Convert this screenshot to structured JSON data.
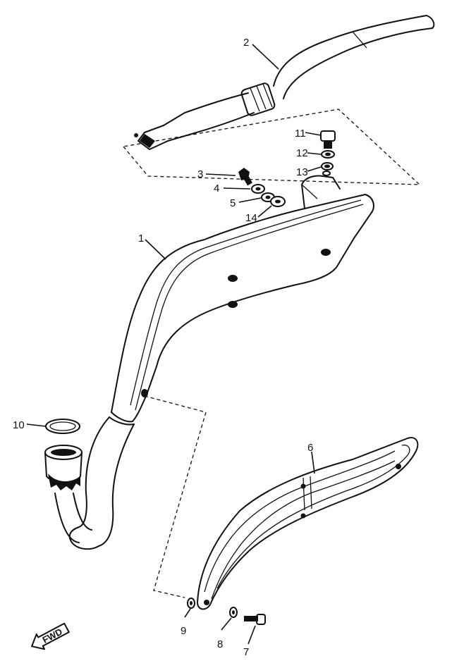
{
  "callouts": {
    "c1": "1",
    "c2": "2",
    "c3": "3",
    "c4": "4",
    "c5": "5",
    "c6": "6",
    "c7": "7",
    "c8": "8",
    "c9": "9",
    "c10": "10",
    "c11": "11",
    "c12": "12",
    "c13": "13",
    "c14": "14"
  },
  "direction_label": "FWD"
}
